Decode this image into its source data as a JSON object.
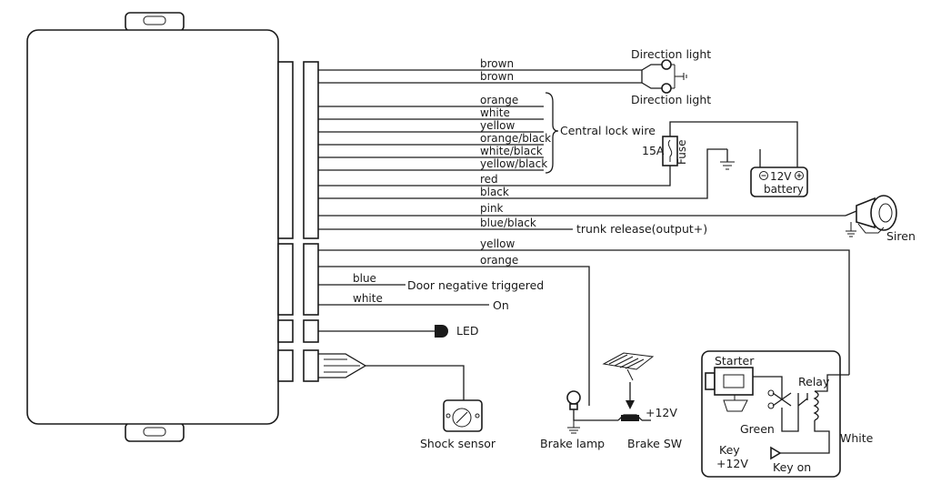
{
  "wires_group1": [
    "brown",
    "brown",
    "orange",
    "white",
    "yellow",
    "orange/black",
    "white/black",
    "yellow/black",
    "red",
    "black",
    "pink",
    "blue/black"
  ],
  "wires_group2": [
    "yellow",
    "orange",
    "blue",
    "white"
  ],
  "labels": {
    "direction_light_top": "Direction light",
    "direction_light_bottom": "Direction light",
    "central_lock": "Central lock wire",
    "fuse": "Fuse",
    "fuse_rating": "15A",
    "battery_voltage": "12V",
    "battery": "battery",
    "siren": "Siren",
    "trunk_release": "trunk release(output+)",
    "door_trigger": "Door negative triggered",
    "on": "On",
    "led": "LED",
    "shock_sensor": "Shock sensor",
    "brake_lamp": "Brake lamp",
    "brake_sw": "Brake SW",
    "plus12v": "+12V",
    "starter": "Starter",
    "relay": "Relay",
    "green": "Green",
    "white": "White",
    "key_12v_line1": "Key",
    "key_12v_line2": "+12V",
    "key_on": "Key on"
  },
  "colors": {
    "line": "#1a1a1a",
    "background": "#ffffff"
  }
}
